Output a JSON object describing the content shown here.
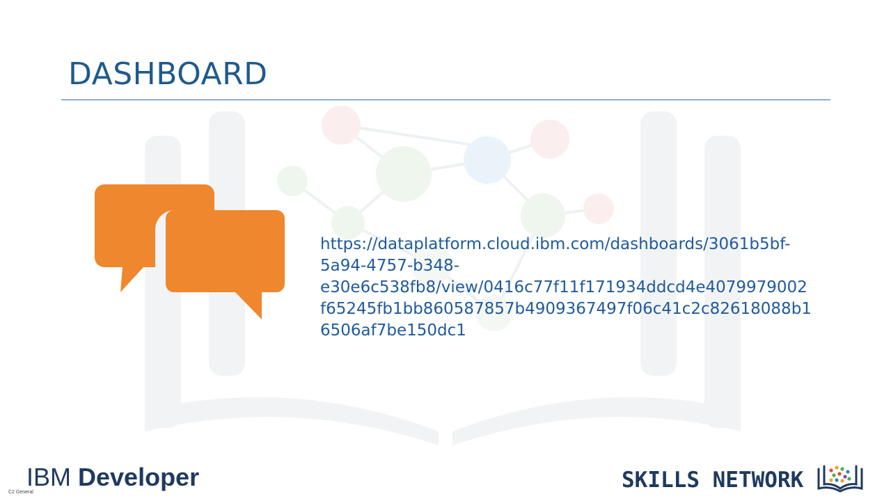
{
  "slide": {
    "title": "DASHBOARD",
    "link_text": "https://dataplatform.cloud.ibm.com/dashboards/3061b5bf-\n5a94-4757-b348-\ne30e6c538fb8/view/0416c77f11f171934ddcd4e4079979002\nf65245fb1bb860587857b4909367497f06c41c2c82618088b1\n6506af7be150dc1"
  },
  "footer": {
    "brand_light": "IBM ",
    "brand_bold": "Developer",
    "classification": "C2 General",
    "skills_network": "SKILLS NETWORK"
  },
  "icons": {
    "chat": "chat-bubbles-icon",
    "skills_logo": "skills-network-book-icon"
  },
  "colors": {
    "accent_orange": "#ee872d",
    "title_blue": "#1f5a8c",
    "link_blue": "#1f5a9e",
    "brand_navy": "#1e3a5f"
  }
}
